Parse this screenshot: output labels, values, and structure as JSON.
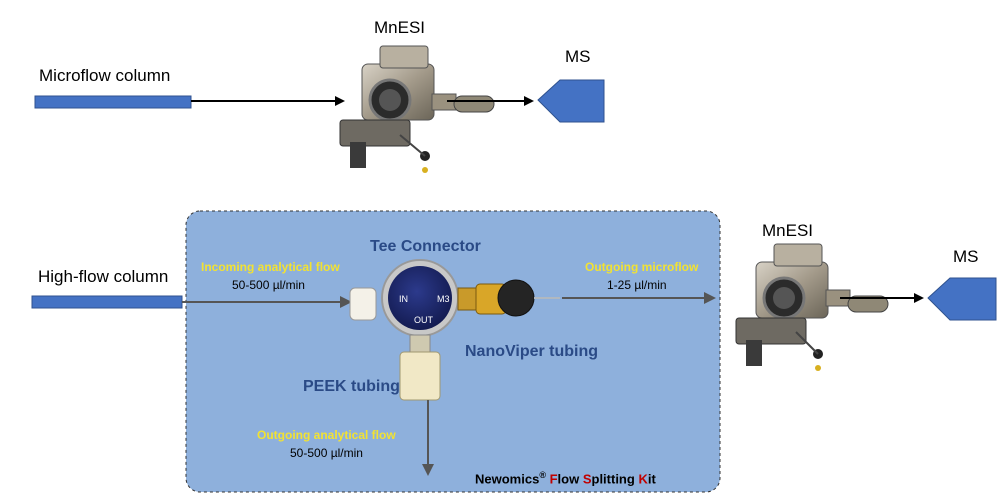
{
  "top": {
    "column_label": "Microflow column",
    "source_label": "MnESI",
    "ms_label": "MS"
  },
  "bottom": {
    "column_label": "High-flow column",
    "source_label": "MnESI",
    "ms_label": "MS",
    "incoming_flow_label": "Incoming analytical flow",
    "incoming_flow_rate": "50-500 µl/min",
    "outgoing_microflow_label": "Outgoing microflow",
    "outgoing_microflow_rate": "1-25 µl/min",
    "outgoing_analytical_label": "Outgoing analytical flow",
    "outgoing_analytical_rate": "50-500 µl/min",
    "tee_connector_label": "Tee Connector",
    "nanoviper_label": "NanoViper tubing",
    "peek_label": "PEEK tubing",
    "tee_port_in": "IN",
    "tee_port_out": "OUT",
    "tee_port_m3": "M3",
    "kit": {
      "brand": "Newomics",
      "reg": "®",
      "w1_first": "F",
      "w1_rest": "low",
      "w2_first": "S",
      "w2_rest": "plitting",
      "w3_first": "K",
      "w3_rest": "it"
    }
  },
  "colors": {
    "column_blue": "#4472c4",
    "ms_blue": "#4472c4",
    "kit_box": "#8eb0dc",
    "highlight_yellow": "#f2e232",
    "title_dark_blue": "#2a4a86",
    "kit_red": "#c00000"
  }
}
